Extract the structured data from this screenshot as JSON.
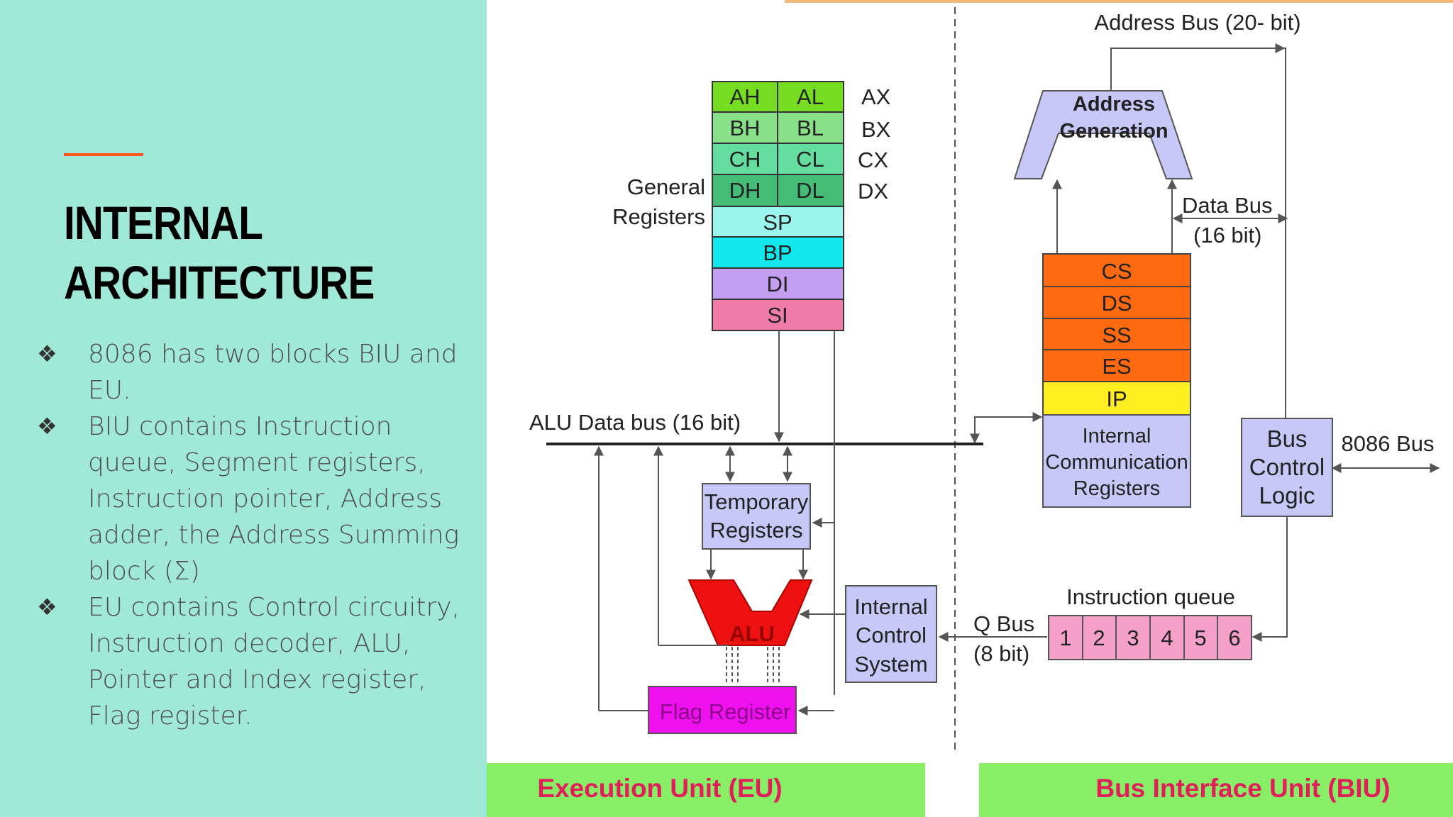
{
  "slide": {
    "title_line1": "INTERNAL",
    "title_line2": "ARCHITECTURE",
    "bullets": [
      "8086 has two blocks BIU and EU.",
      "BIU contains Instruction queue, Segment registers, Instruction pointer, Address adder, the Address Summing block (Σ)",
      "EU contains Control circuitry, Instruction decoder, ALU, Pointer and Index register, Flag register."
    ],
    "bullet_icon": "diamond-cluster-icon",
    "colors": {
      "left_panel": "#a0e8d8",
      "accent": "#ff5722"
    }
  },
  "diagram": {
    "address_bus": "Address Bus (20- bit)",
    "address_generation": [
      "Address",
      "Generation"
    ],
    "data_bus": [
      "Data Bus",
      "(16 bit)"
    ],
    "general_registers_label": [
      "General",
      "Registers"
    ],
    "register_pairs": [
      {
        "high": "AH",
        "low": "AL",
        "pair": "AX"
      },
      {
        "high": "BH",
        "low": "BL",
        "pair": "BX"
      },
      {
        "high": "CH",
        "low": "CL",
        "pair": "CX"
      },
      {
        "high": "DH",
        "low": "DL",
        "pair": "DX"
      }
    ],
    "pointer_index_registers": [
      "SP",
      "BP",
      "DI",
      "SI"
    ],
    "segment_registers": [
      "CS",
      "DS",
      "SS",
      "ES",
      "IP"
    ],
    "internal_comm_registers": [
      "Internal",
      "Communication",
      "Registers"
    ],
    "bus_control_logic": [
      "Bus",
      "Control",
      "Logic"
    ],
    "external_bus": "8086 Bus",
    "alu_data_bus": "ALU Data bus (16 bit)",
    "temporary_registers": [
      "Temporary",
      "Registers"
    ],
    "alu": "ALU",
    "flag_register": "Flag Register",
    "internal_control_system": [
      "Internal",
      "Control",
      "System"
    ],
    "q_bus": [
      "Q Bus",
      "(8 bit)"
    ],
    "instruction_queue_label": "Instruction queue",
    "queue_slots": [
      "1",
      "2",
      "3",
      "4",
      "5",
      "6"
    ],
    "eu_label": "Execution Unit (EU)",
    "biu_label": "Bus Interface Unit (BIU)",
    "colors": {
      "reg_ax": "#77dd22",
      "reg_bx": "#88e088",
      "reg_cx": "#66dda0",
      "reg_dx": "#44bb77",
      "sp": "#99f5ee",
      "bp": "#11e8ee",
      "di": "#c49ef0",
      "si": "#f07aa8",
      "segment": "#ff6a10",
      "ip": "#ffee22",
      "lavender": "#c8c8f8",
      "alu": "#ee1111",
      "flag": "#ee11ee",
      "queue": "#f5a0c8",
      "unit_bar": "#88ee66",
      "unit_text": "#e01e5a"
    }
  }
}
